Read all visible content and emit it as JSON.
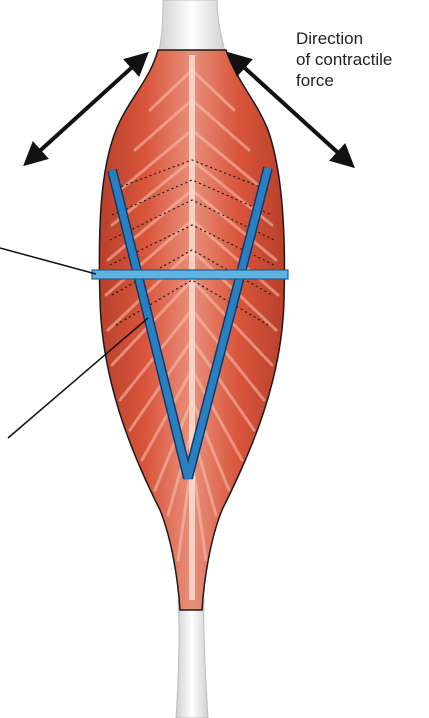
{
  "annotation": {
    "lines": [
      "Direction",
      "of contractile",
      "force"
    ]
  },
  "colors": {
    "muscle": "#d8513a",
    "muscle_dark": "#b63a26",
    "muscle_light": "#f2b6a2",
    "tendon": "#f2f2f2",
    "fiber_overlay": "#1e6fa8",
    "cross_section": "#5fb3e0",
    "arrow": "#111111",
    "outline": "#1a1a1a"
  },
  "icons": {
    "force_arrow_left": "double-headed-arrow",
    "force_arrow_right": "double-headed-arrow"
  }
}
